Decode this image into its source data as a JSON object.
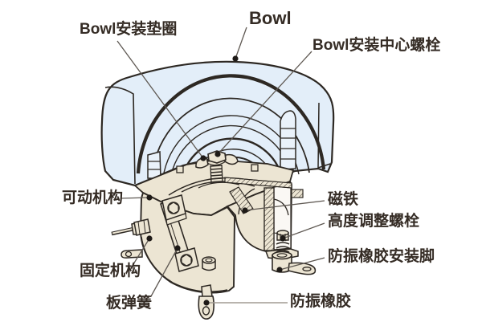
{
  "diagram": {
    "subject": "vibratory-bowl-feeder-cutaway",
    "labels": {
      "bowl_washer": "Bowl安装垫圈",
      "bowl": "Bowl",
      "bowl_center_bolt": "Bowl安装中心螺栓",
      "movable_mechanism": "可动机构",
      "magnet": "磁铁",
      "height_adjust_bolt": "高度调整螺栓",
      "fixed_mechanism": "固定机构",
      "vibration_rubber_foot": "防振橡胶安装脚",
      "leaf_spring": "板弹簧",
      "vibration_rubber": "防振橡胶"
    },
    "colors": {
      "bowl_fill": "#e3eef9",
      "base_fill": "#ece5d3",
      "ink": "#2d2823",
      "label_text": "#352c25",
      "leader": "#5f5953"
    }
  }
}
